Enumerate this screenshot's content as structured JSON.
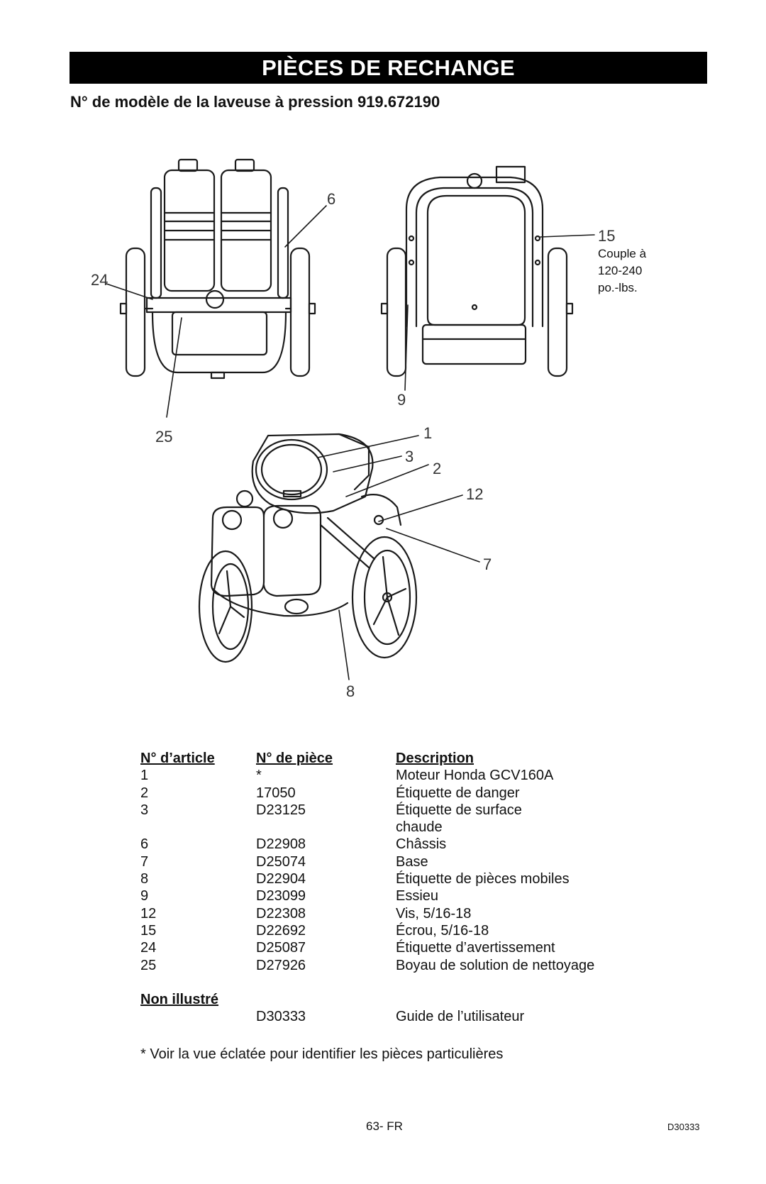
{
  "title": "PIÈCES DE RECHANGE",
  "subtitle": "N° de modèle de la laveuse à pression 919.672190",
  "callouts": {
    "c6": "6",
    "c24": "24",
    "c25": "25",
    "c15": "15",
    "c9": "9",
    "c1": "1",
    "c3": "3",
    "c2": "2",
    "c12": "12",
    "c7": "7",
    "c8": "8"
  },
  "torque_note": [
    "Couple à",
    "120-240",
    "po.-lbs."
  ],
  "table": {
    "headers": [
      "N° d’article",
      "N° de pièce",
      "Description"
    ],
    "rows": [
      {
        "item": "1",
        "part": "*",
        "desc": "Moteur Honda GCV160A"
      },
      {
        "item": "2",
        "part": "17050",
        "desc": "Étiquette de danger"
      },
      {
        "item": "3",
        "part": "D23125",
        "desc": "Étiquette de surface"
      },
      {
        "item": "",
        "part": "",
        "desc": "chaude"
      },
      {
        "item": "6",
        "part": "D22908",
        "desc": "Châssis"
      },
      {
        "item": "7",
        "part": "D25074",
        "desc": "Base"
      },
      {
        "item": "8",
        "part": "D22904",
        "desc": "Étiquette de pièces mobiles"
      },
      {
        "item": "9",
        "part": "D23099",
        "desc": "Essieu"
      },
      {
        "item": "12",
        "part": "D22308",
        "desc": "Vis, 5/16-18"
      },
      {
        "item": "15",
        "part": "D22692",
        "desc": "Écrou, 5/16-18"
      },
      {
        "item": "24",
        "part": "D25087",
        "desc": "Étiquette d’avertissement"
      },
      {
        "item": "25",
        "part": "D27926",
        "desc": "Boyau de solution de nettoyage"
      }
    ],
    "not_shown_label": "Non illustré",
    "not_shown_rows": [
      {
        "item": "",
        "part": "D30333",
        "desc": "Guide de l’utilisateur"
      }
    ]
  },
  "footnote": "* Voir la vue éclatée pour identifier les pièces particulières",
  "page_number": "63- FR",
  "doc_code": "D30333"
}
